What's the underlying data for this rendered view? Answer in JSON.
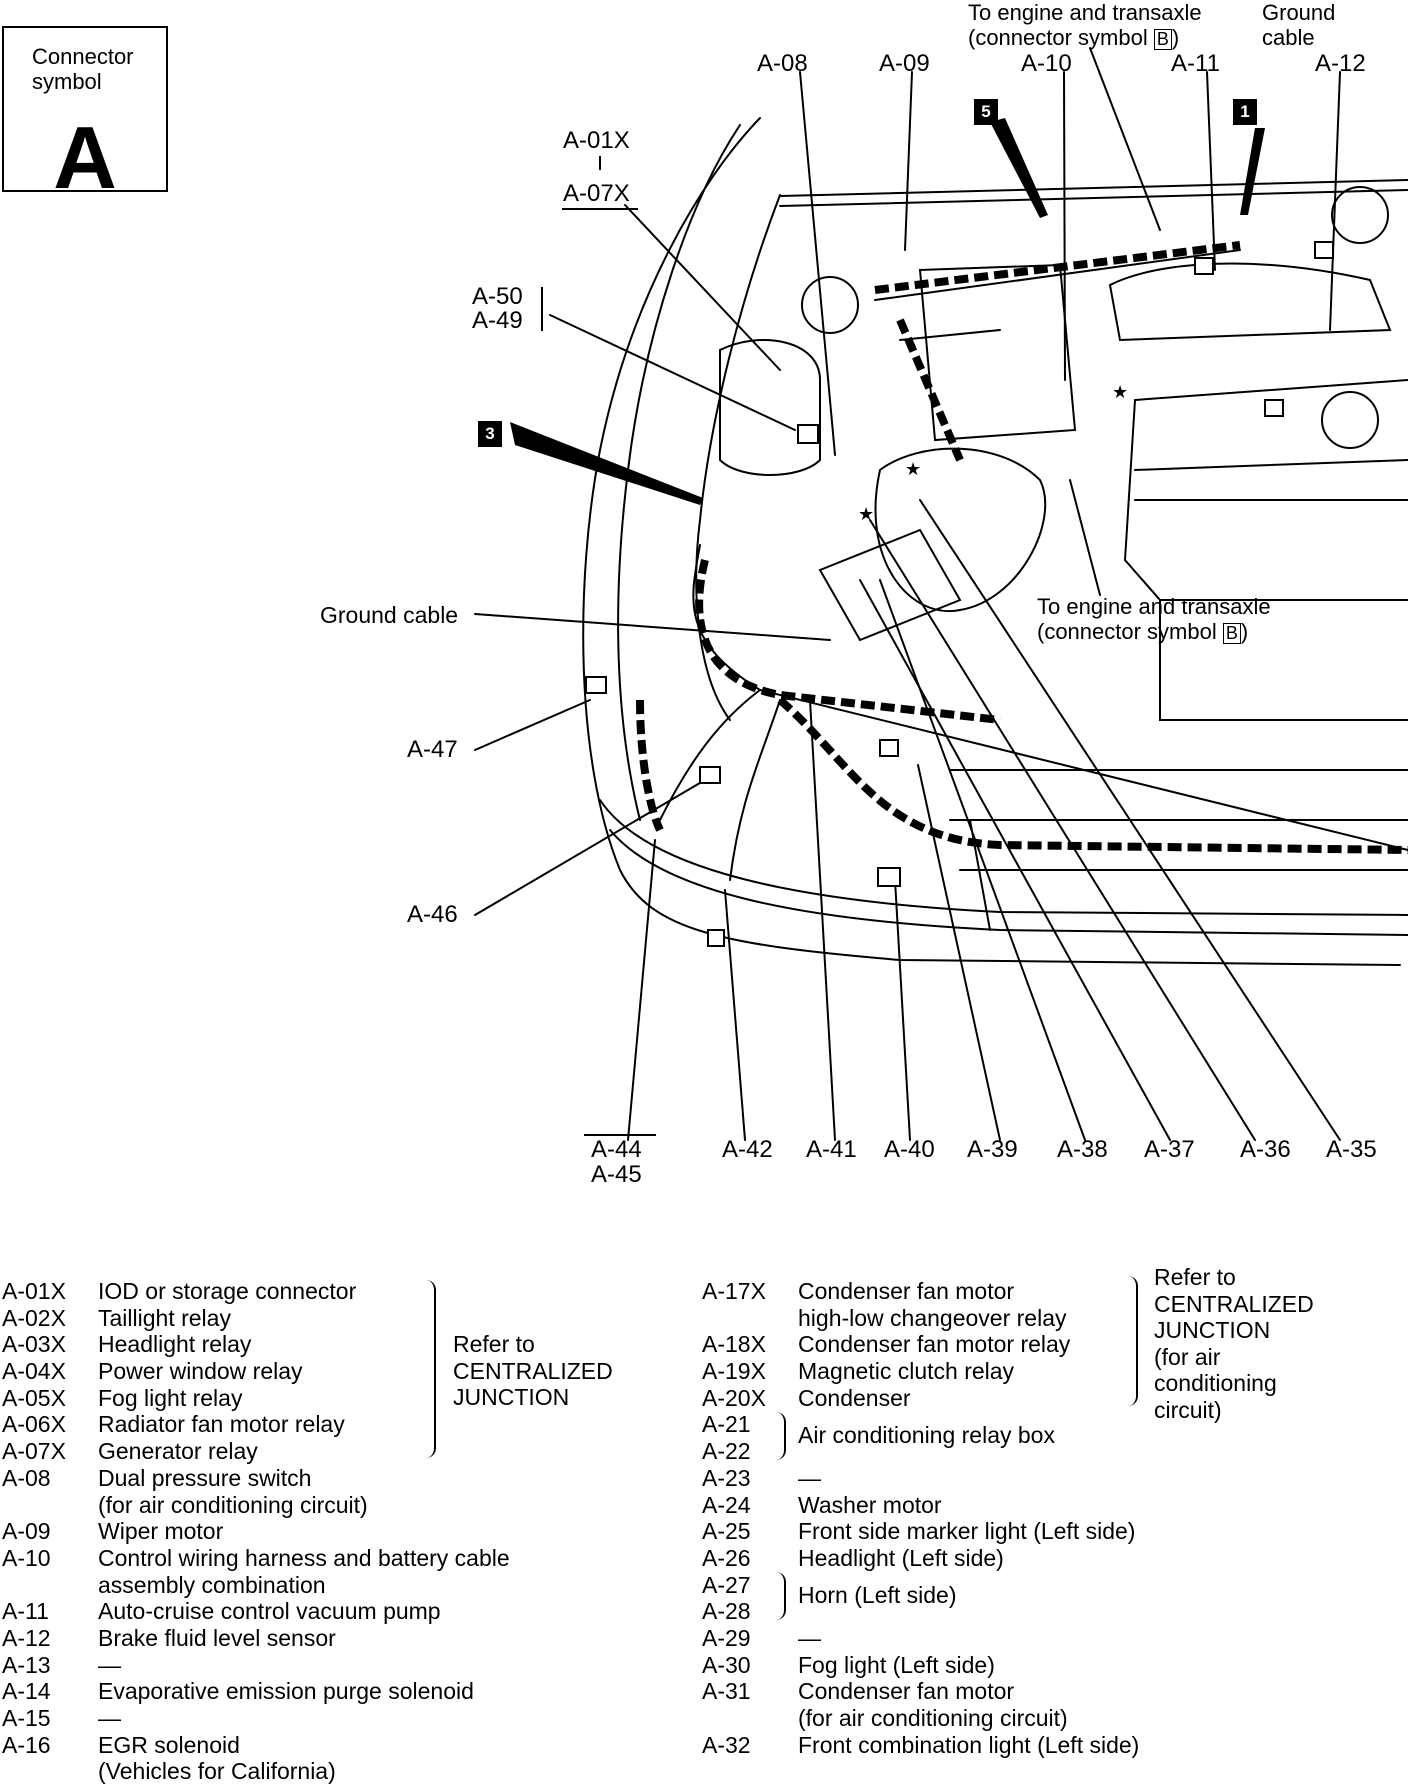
{
  "symbol": {
    "caption": "Connector\nsymbol",
    "letter": "A"
  },
  "badges": [
    "5",
    "1",
    "3"
  ],
  "top_notes": {
    "engine": [
      "To engine and transaxle",
      "(connector symbol "
    ],
    "engine_symbol": "B",
    "engine_close": ")",
    "ground": [
      "Ground",
      "cable"
    ]
  },
  "mid_notes": {
    "engine": [
      "To engine and transaxle",
      "(connector symbol "
    ],
    "engine_symbol": "B",
    "engine_close": ")",
    "ground": "Ground cable"
  },
  "callouts": {
    "top": [
      "A-08",
      "A-09",
      "A-10",
      "A-11",
      "A-12"
    ],
    "a01": "A-01X",
    "a07": "A-07X",
    "a50": "A-50",
    "a49": "A-49",
    "a47": "A-47",
    "a46": "A-46",
    "bottom": [
      "A-42",
      "A-41",
      "A-40",
      "A-39",
      "A-38",
      "A-37",
      "A-36",
      "A-35"
    ],
    "a44": "A-44",
    "a45": "A-45"
  },
  "legend_left": [
    {
      "code": "A-01X",
      "desc": "IOD or storage connector"
    },
    {
      "code": "A-02X",
      "desc": "Taillight relay"
    },
    {
      "code": "A-03X",
      "desc": "Headlight relay"
    },
    {
      "code": "A-04X",
      "desc": "Power window relay"
    },
    {
      "code": "A-05X",
      "desc": "Fog light relay"
    },
    {
      "code": "A-06X",
      "desc": "Radiator fan motor relay"
    },
    {
      "code": "A-07X",
      "desc": "Generator relay"
    },
    {
      "code": "A-08",
      "desc": "Dual pressure switch"
    },
    {
      "code": "",
      "desc": "(for air conditioning circuit)"
    },
    {
      "code": "A-09",
      "desc": "Wiper motor"
    },
    {
      "code": "A-10",
      "desc": "Control wiring harness and battery cable"
    },
    {
      "code": "",
      "desc": "assembly combination"
    },
    {
      "code": "A-11",
      "desc": "Auto-cruise control vacuum pump"
    },
    {
      "code": "A-12",
      "desc": "Brake fluid level sensor"
    },
    {
      "code": "A-13",
      "desc": "—"
    },
    {
      "code": "A-14",
      "desc": "Evaporative emission purge solenoid"
    },
    {
      "code": "A-15",
      "desc": "—"
    },
    {
      "code": "A-16",
      "desc": "EGR solenoid"
    },
    {
      "code": "",
      "desc": "(Vehicles for California)"
    }
  ],
  "legend_left_note": [
    "Refer to",
    "CENTRALIZED",
    "JUNCTION"
  ],
  "legend_right": [
    {
      "code": "A-17X",
      "desc": "Condenser fan motor"
    },
    {
      "code": "",
      "desc": "high-low changeover relay"
    },
    {
      "code": "A-18X",
      "desc": "Condenser fan motor relay"
    },
    {
      "code": "A-19X",
      "desc": "Magnetic clutch relay"
    },
    {
      "code": "A-20X",
      "desc": "Condenser"
    },
    {
      "code": "A-21",
      "desc": ""
    },
    {
      "code": "A-22",
      "desc": ""
    },
    {
      "code": "A-23",
      "desc": "—"
    },
    {
      "code": "A-24",
      "desc": "Washer motor"
    },
    {
      "code": "A-25",
      "desc": "Front side marker light (Left side)"
    },
    {
      "code": "A-26",
      "desc": "Headlight (Left side)"
    },
    {
      "code": "A-27",
      "desc": ""
    },
    {
      "code": "A-28",
      "desc": ""
    },
    {
      "code": "A-29",
      "desc": "—"
    },
    {
      "code": "A-30",
      "desc": "Fog light (Left side)"
    },
    {
      "code": "A-31",
      "desc": "Condenser fan motor"
    },
    {
      "code": "",
      "desc": "(for air conditioning circuit)"
    },
    {
      "code": "A-32",
      "desc": "Front combination light (Left side)"
    }
  ],
  "legend_right_note": [
    "Refer to",
    "CENTRALIZED",
    "JUNCTION",
    "(for air",
    "conditioning",
    "circuit)"
  ],
  "relay_box_label": "Air conditioning relay box",
  "horn_label": "Horn (Left side)"
}
